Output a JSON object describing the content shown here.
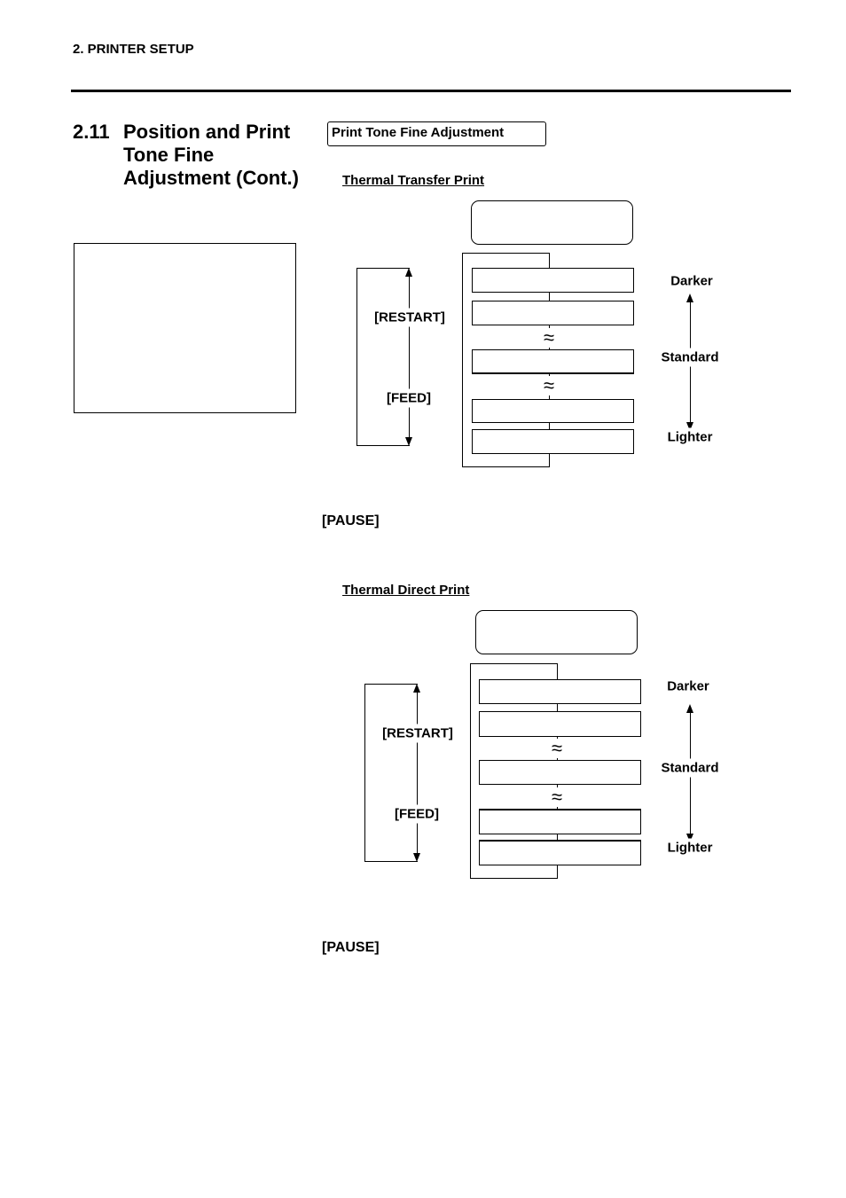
{
  "header": {
    "section": "2. PRINTER SETUP"
  },
  "heading": {
    "number": "2.11",
    "title_line1": "Position and Print",
    "title_line2": "Tone Fine",
    "title_line3": "Adjustment (Cont.)"
  },
  "tag": "Print Tone Fine Adjustment",
  "transfer": {
    "title": "Thermal Transfer Print",
    "restart": "[RESTART]",
    "feed": "[FEED]",
    "darker": "Darker",
    "standard": "Standard",
    "lighter": "Lighter",
    "pause": "[PAUSE]"
  },
  "direct": {
    "title": "Thermal Direct Print",
    "restart": "[RESTART]",
    "feed": "[FEED]",
    "darker": "Darker",
    "standard": "Standard",
    "lighter": "Lighter",
    "pause": "[PAUSE]"
  },
  "wave_glyph": "≈"
}
